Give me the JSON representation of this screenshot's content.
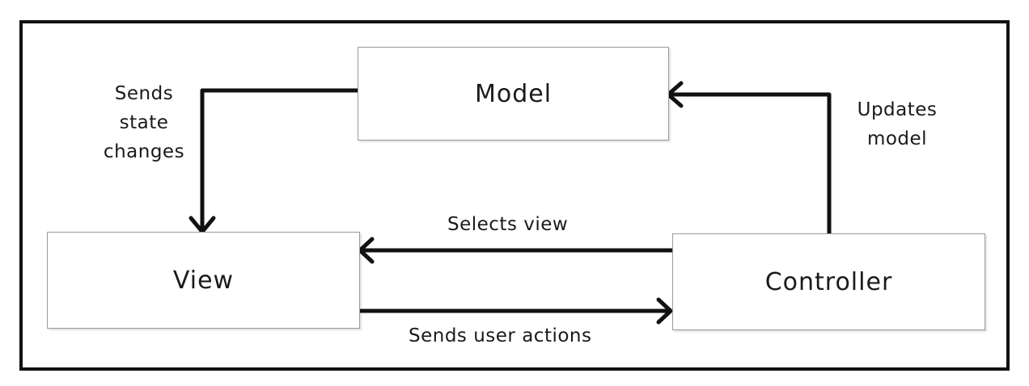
{
  "nodes": {
    "model": "Model",
    "view": "View",
    "controller": "Controller"
  },
  "edges": {
    "model_to_view": [
      "Sends",
      "state",
      "changes"
    ],
    "controller_to_model": [
      "Updates",
      "model"
    ],
    "controller_to_view": "Selects view",
    "view_to_controller": "Sends user actions"
  }
}
